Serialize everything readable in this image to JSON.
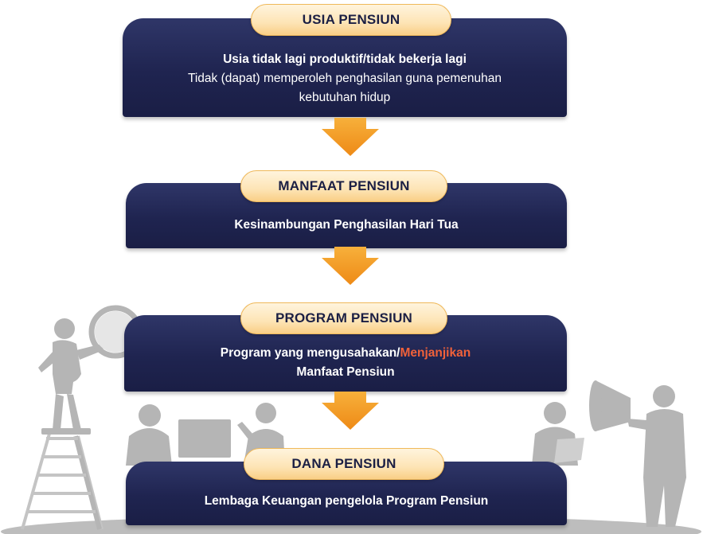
{
  "colors": {
    "box_navy": "#1f2450",
    "pill_gradient_top": "#fff4dd",
    "pill_gradient_bottom": "#f9cf86",
    "arrow_orange": "#f39a1f",
    "accent_orange": "#f0613a",
    "silhouette_gray": "#b5b5b5"
  },
  "steps": [
    {
      "label": "USIA PENSIUN",
      "line1": "Usia tidak lagi produktif/tidak bekerja lagi",
      "line2": "Tidak (dapat) memperoleh penghasilan guna pemenuhan",
      "line3": "kebutuhan hidup"
    },
    {
      "label": "MANFAAT PENSIUN",
      "line1": "Kesinambungan Penghasilan Hari Tua"
    },
    {
      "label": "PROGRAM PENSIUN",
      "line1_part1": "Program yang mengusahakan/",
      "line1_highlight": "Menjanjikan",
      "line2": "Manfaat Pensiun"
    },
    {
      "label": "DANA PENSIUN",
      "line1": "Lembaga Keuangan pengelola Program Pensiun"
    }
  ],
  "illustrations": [
    "person-on-ladder-with-magnifier",
    "seated-person-left",
    "laptop-screen",
    "seated-woman-gesturing",
    "person-with-laptop",
    "person-with-megaphone"
  ]
}
